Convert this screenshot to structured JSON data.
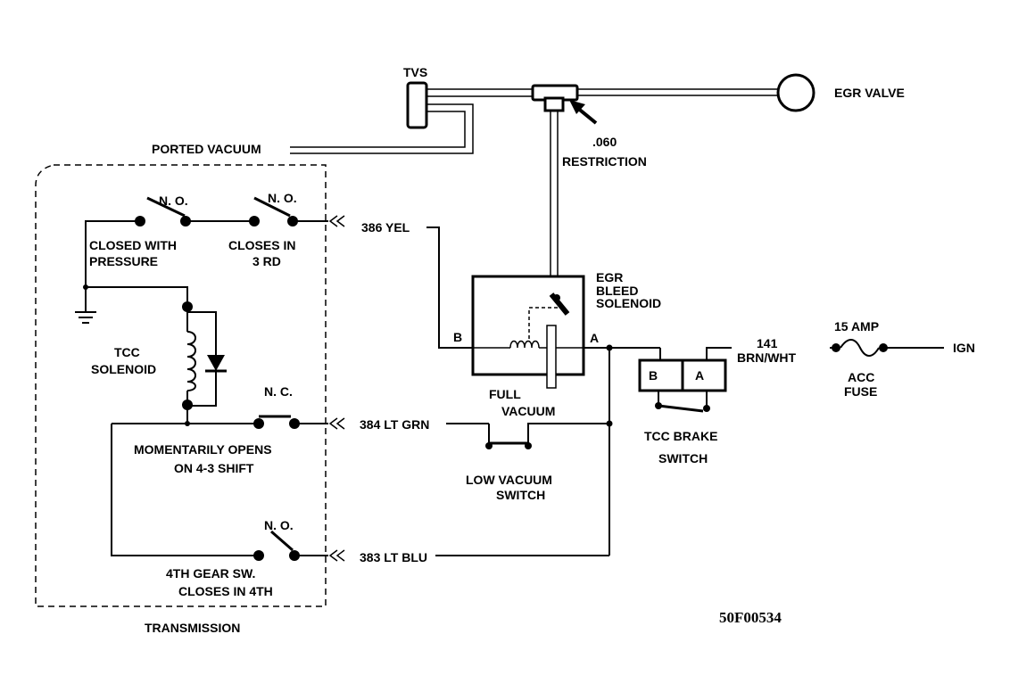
{
  "labels": {
    "tvs": "TVS",
    "egr_valve": "EGR VALVE",
    "ported_vacuum": "PORTED VACUUM",
    "restriction_value": ".060",
    "restriction": "RESTRICTION",
    "egr_bleed_1": "EGR",
    "egr_bleed_2": "BLEED",
    "egr_bleed_3": "SOLENOID",
    "no_1": "N. O.",
    "no_2": "N. O.",
    "no_3": "N. O.",
    "nc": "N. C.",
    "closed_with_1": "CLOSED WITH",
    "closed_with_2": "PRESSURE",
    "closes_in_1": "CLOSES IN",
    "closes_in_2": "3 RD",
    "tcc_sol_1": "TCC",
    "tcc_sol_2": "SOLENOID",
    "momentarily_1": "MOMENTARILY OPENS",
    "momentarily_2": "ON 4-3 SHIFT",
    "fourth_1": "4TH GEAR SW.",
    "fourth_2": "CLOSES IN 4TH",
    "transmission": "TRANSMISSION",
    "wire_386": "386 YEL",
    "wire_384": "384 LT GRN",
    "wire_383": "383 LT BLU",
    "terminal_b": "B",
    "terminal_a": "A",
    "full_vac_1": "FULL",
    "full_vac_2": "VACUUM",
    "low_vac_1": "LOW  VACUUM",
    "low_vac_2": "SWITCH",
    "brake_b": "B",
    "brake_a": "A",
    "tcc_brake_1": "TCC BRAKE",
    "tcc_brake_2": "SWITCH",
    "wire_141_1": "141",
    "wire_141_2": "BRN/WHT",
    "amp": "15 AMP",
    "acc_1": "ACC",
    "acc_2": "FUSE",
    "ign": "IGN",
    "code": "50F00534"
  }
}
